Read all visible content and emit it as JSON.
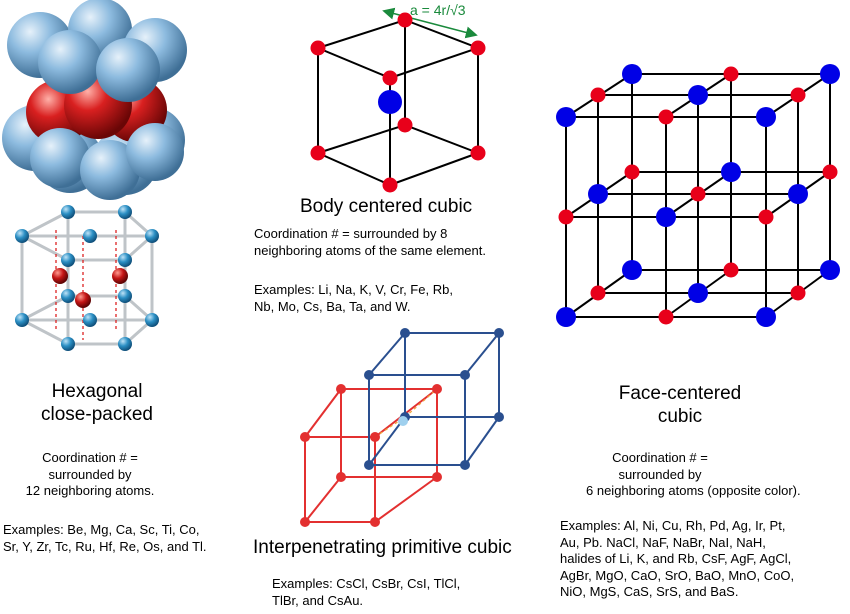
{
  "colors": {
    "red": "#e8001a",
    "blue": "#0000e6",
    "green": "#1a8a3c",
    "sphere_blue": "#7fb0d8",
    "sphere_red": "#cc1111",
    "hcp_blue": "#2b7fb5",
    "cscl_red": "#e33030",
    "cscl_navy": "#2a4f8f",
    "cscl_orange": "#f0a23c"
  },
  "bcc": {
    "lattice_label": "a = 4r/√3",
    "title": "Body centered cubic",
    "coordination": [
      "Coordination # = surrounded by 8",
      "neighboring atoms of the same element."
    ],
    "examples": [
      "Examples: Li, Na, K, V, Cr, Fe, Rb,",
      "Nb, Mo, Cs, Ba, Ta, and W."
    ]
  },
  "hcp": {
    "title": [
      "Hexagonal",
      "close-packed"
    ],
    "coordination": [
      "Coordination # =",
      "surrounded by",
      "12 neighboring atoms."
    ],
    "examples": [
      "Examples: Be, Mg, Ca, Sc, Ti, Co,",
      "Sr, Y, Zr, Tc, Ru, Hf, Re, Os, and Tl."
    ]
  },
  "fcc": {
    "title": [
      "Face-centered",
      "cubic"
    ],
    "coordination": [
      "Coordination # =",
      "surrounded by",
      "6 neighboring atoms (opposite color)."
    ],
    "examples": [
      "Examples: Al, Ni, Cu, Rh, Pd, Ag, Ir, Pt,",
      "Au, Pb. NaCl, NaF, NaBr, NaI, NaH,",
      "halides of Li, K, and Rb, CsF, AgF, AgCl,",
      "AgBr, MgO, CaO, SrO, BaO, MnO, CoO,",
      "NiO, MgS, CaS, SrS, and BaS."
    ]
  },
  "cscl": {
    "title": "Interpenetrating primitive cubic",
    "examples": [
      "Examples: CsCl, CsBr, CsI, TlCl,",
      "TlBr, and CsAu."
    ]
  }
}
